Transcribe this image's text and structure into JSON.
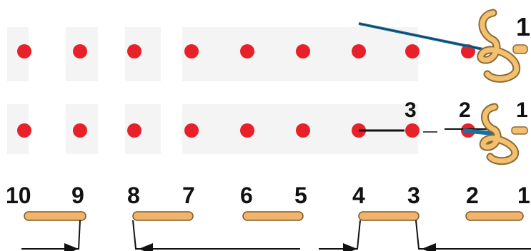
{
  "colors": {
    "dot": "#e8202a",
    "bar": "#f2b36a",
    "bar_stroke": "#7a5a2a",
    "needle": "#1d6f9c",
    "thread": "#111111",
    "hook_fill": "#f2c06f",
    "hook_stroke": "#8a6a35",
    "band": "#f3f3f3"
  },
  "row1": {
    "dot_count": 9,
    "needle_label": "1"
  },
  "row2": {
    "dot_count": 9,
    "labels": [
      "3",
      "2",
      "1"
    ]
  },
  "row3": {
    "labels": [
      "10",
      "9",
      "8",
      "7",
      "6",
      "5",
      "4",
      "3",
      "2",
      "1"
    ],
    "bar_count": 5
  },
  "icons": [
    "needle-hook-icon",
    "arrow-right-icon",
    "arrow-left-icon"
  ]
}
